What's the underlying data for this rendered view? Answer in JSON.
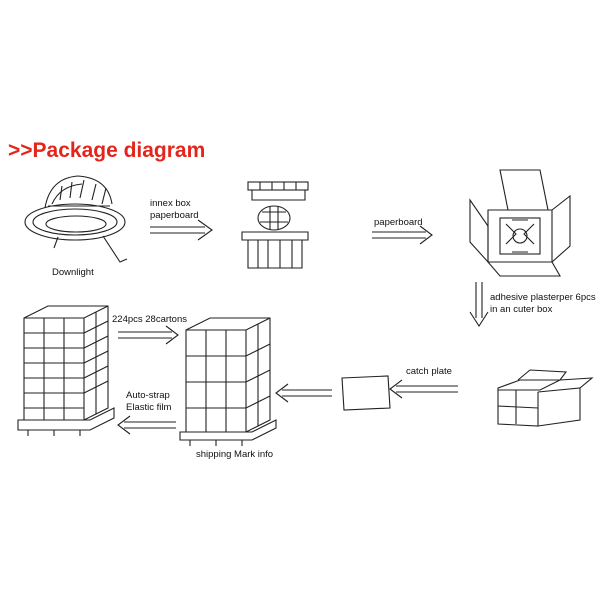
{
  "title": ">>Package diagram",
  "colors": {
    "title": "#e3261c",
    "line": "#222222"
  },
  "steps": {
    "downlight": "Downlight",
    "inner_box_line1": "innex box",
    "inner_box_line2": "paperboard",
    "paperboard": "paperboard",
    "outer_line1": "adhesive plasterper 6pcs",
    "outer_line2": "in an cuter  box",
    "catch_plate": "catch plate",
    "pallet_count": "224pcs  28cartons",
    "strap_line1": "Auto-strap",
    "strap_line2": "Elastic film",
    "shipping": "shipping Mark info"
  }
}
